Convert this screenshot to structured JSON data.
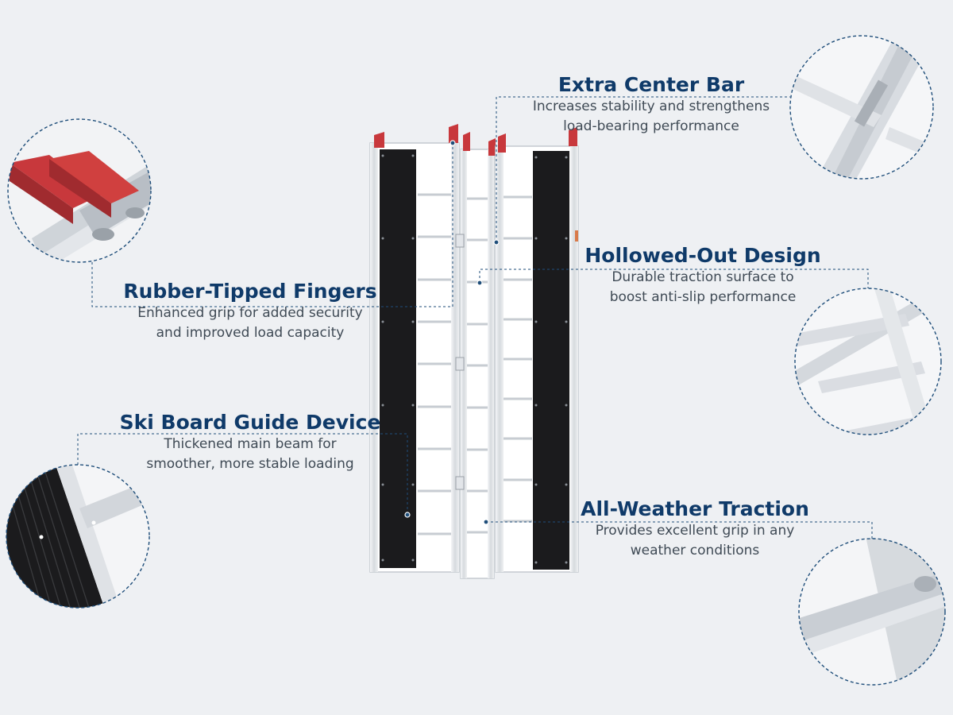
{
  "features": {
    "rubber_tipped": {
      "title": "Rubber-Tipped Fingers",
      "line1": "Enhanced grip for added security",
      "line2": "and improved load capacity"
    },
    "ski_board": {
      "title": "Ski Board Guide Device",
      "line1": "Thickened main beam for",
      "line2": "smoother, more stable loading"
    },
    "center_bar": {
      "title": "Extra Center Bar",
      "line1": "Increases stability and strengthens",
      "line2": "load-bearing performance"
    },
    "hollowed_out": {
      "title": "Hollowed-Out Design",
      "line1": "Durable traction surface to",
      "line2": "boost anti-slip performance"
    },
    "all_weather": {
      "title": "All-Weather Traction",
      "line1": "Provides excellent grip in any",
      "line2": "weather conditions"
    }
  },
  "colors": {
    "background": "#eef0f3",
    "title": "#0f3a69",
    "description": "#3f4a55",
    "leader_line": "#1f4e7a",
    "rubber_tip": "#c8383c",
    "traction_mat": "#1b1b1d",
    "aluminum": "#d9dde2"
  }
}
